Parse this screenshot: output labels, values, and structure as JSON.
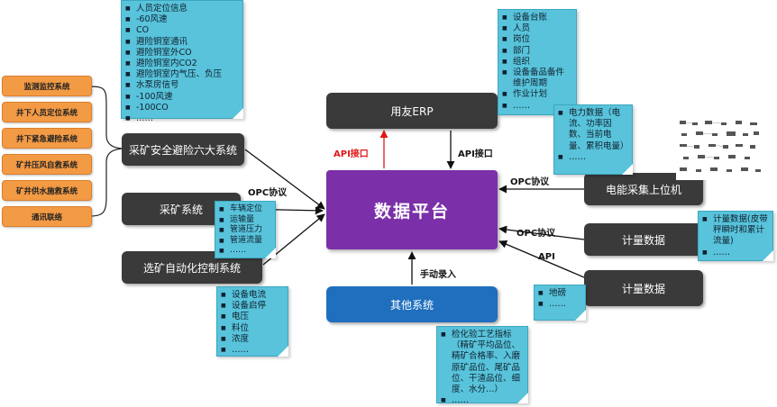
{
  "left_systems": [
    "监测监控系统",
    "井下人员定位系统",
    "井下紧急避险系统",
    "矿井压风自救系统",
    "矿井供水施救系统",
    "通讯联络"
  ],
  "boxes": {
    "six_systems": "采矿安全避险六大系统",
    "mining": "采矿系统",
    "beneficiation": "选矿自动化控制系统",
    "erp": "用友ERP",
    "platform": "数据平台",
    "other": "其他系统",
    "power": "电能采集上位机",
    "meter1": "计量数据",
    "meter2": "计量数据"
  },
  "notes": {
    "safety": [
      "人员定位信息",
      "-60风速",
      "CO",
      "避险铜室通讯",
      "避险铜室外CO",
      "避险铜室内CO2",
      "避险铜室内气压、负压",
      "水泵房信号",
      "-100风速",
      "-100CO",
      "……"
    ],
    "erp": [
      "设备台账",
      "人员",
      "岗位",
      "部门",
      "组织",
      "设备备品备件维护周期",
      "作业计划",
      "……"
    ],
    "mining": [
      "车辆定位",
      "运输量",
      "管道压力",
      "管道流量",
      "……"
    ],
    "beneficiation": [
      "设备电流",
      "设备启停",
      "电压",
      "料位",
      "浓度",
      "……"
    ],
    "power": [
      "电力数据（电流、功率因数、当前电量、累积电量）",
      "……"
    ],
    "meter1": [
      "计量数据(皮带秤瞬时和累计流量)",
      "……"
    ],
    "meter2": [
      "地磅",
      "……"
    ],
    "assay": [
      "检化验工艺指标（精矿平均品位、精矿合格率、入磨原矿品位、尾矿品位、干渣品位、细度、水分…）",
      "……"
    ]
  },
  "labels": {
    "api_up": "API接口",
    "api_down": "API接口",
    "opc_left": "OPC协议",
    "opc_power": "OPC协议",
    "opc_meter": "OPC协议",
    "api_meter": "API",
    "manual": "手动录入"
  }
}
